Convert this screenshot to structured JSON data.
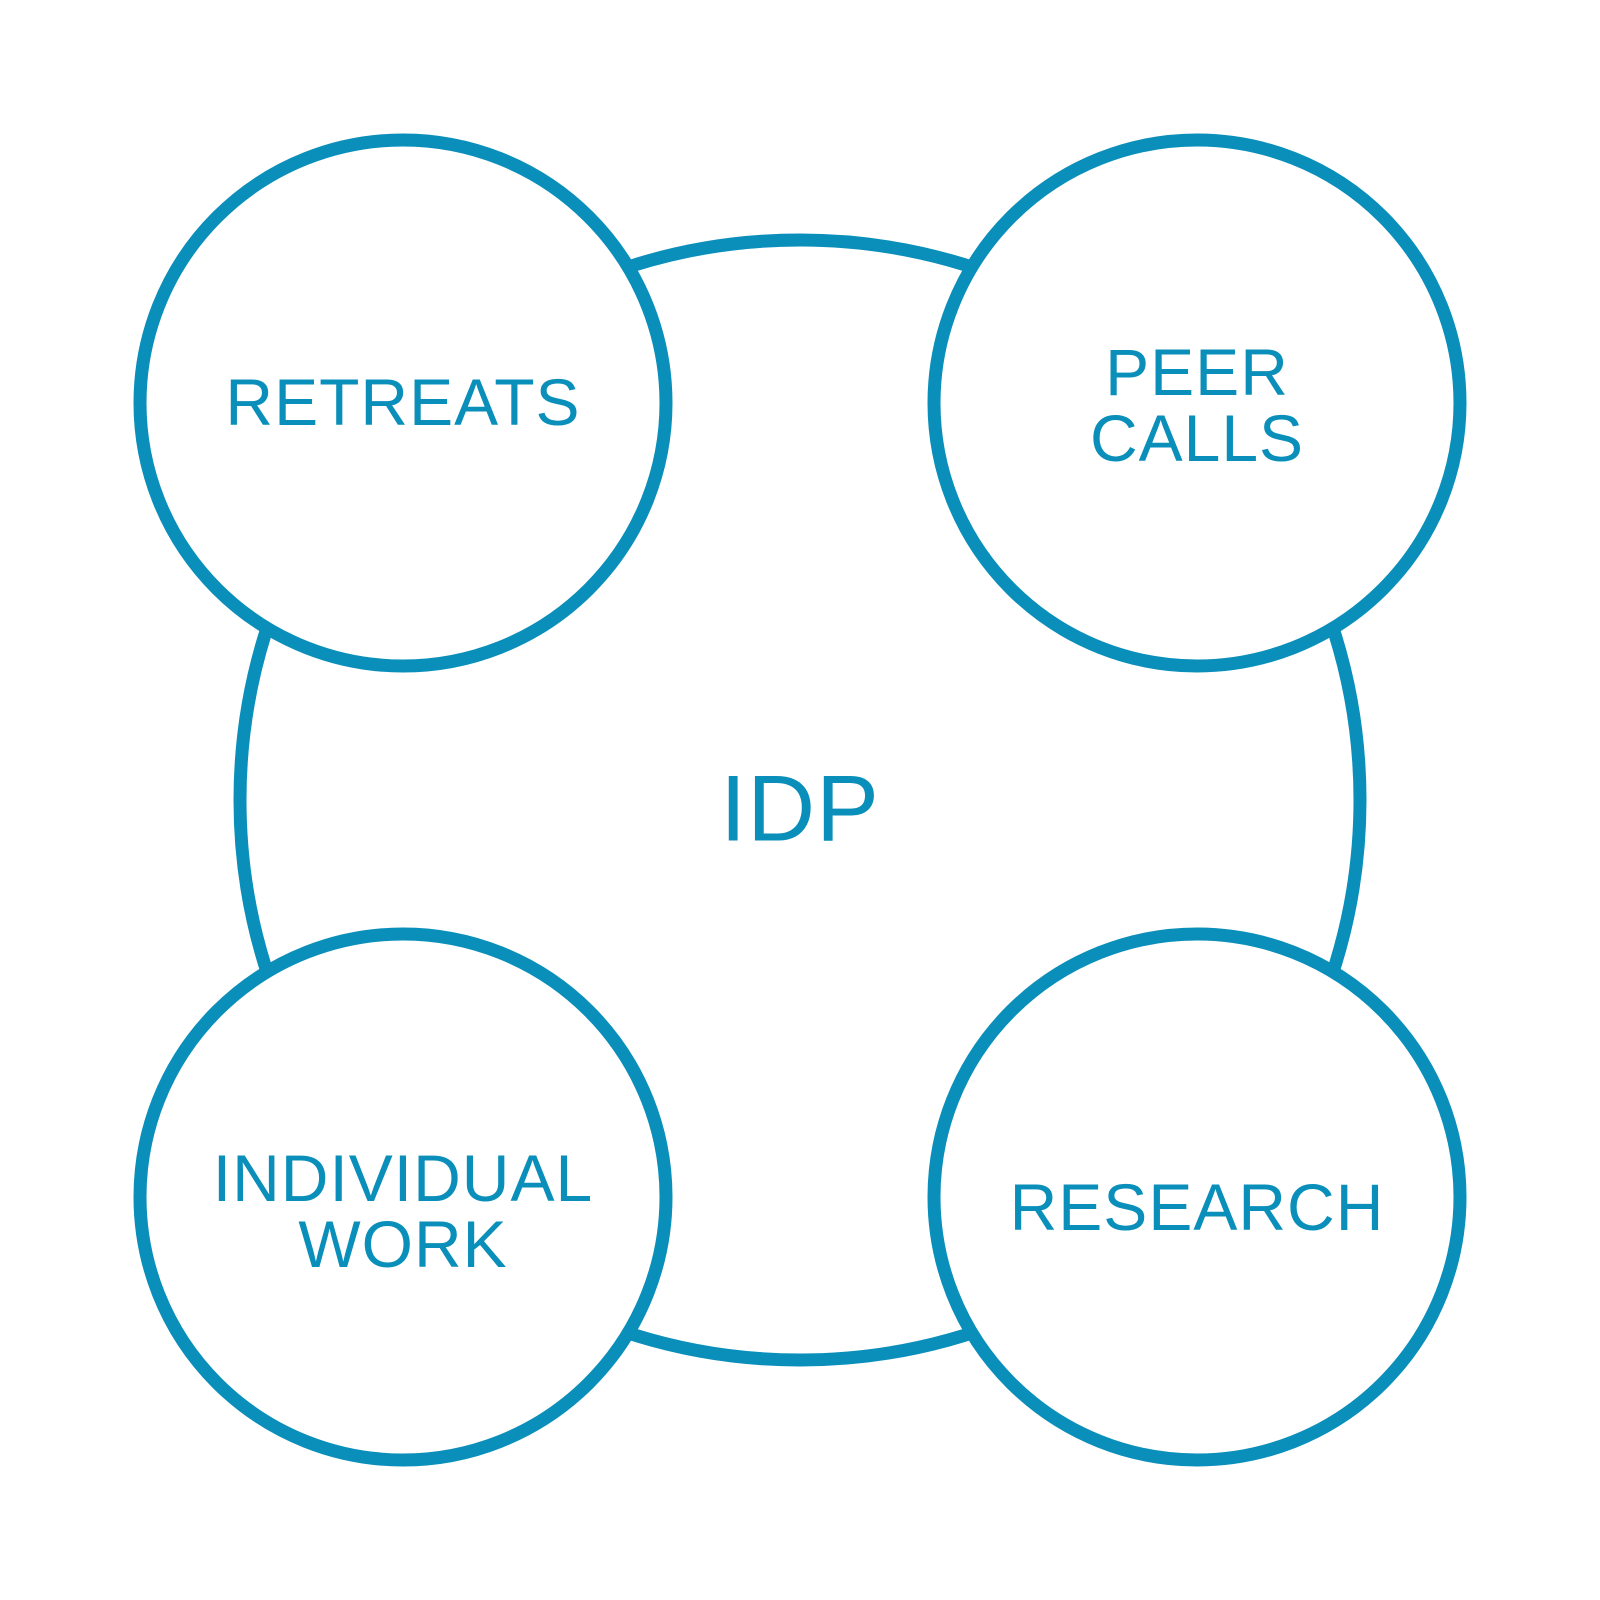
{
  "diagram": {
    "accent_color": "#0A8FBA",
    "background_color": "#FFFFFF",
    "center": {
      "label": "IDP"
    },
    "nodes": [
      {
        "id": "retreats",
        "lines": [
          "RETREATS"
        ]
      },
      {
        "id": "peer-calls",
        "lines": [
          "PEER",
          "CALLS"
        ]
      },
      {
        "id": "individual-work",
        "lines": [
          "INDIVIDUAL",
          "WORK"
        ]
      },
      {
        "id": "research",
        "lines": [
          "RESEARCH"
        ]
      }
    ]
  }
}
